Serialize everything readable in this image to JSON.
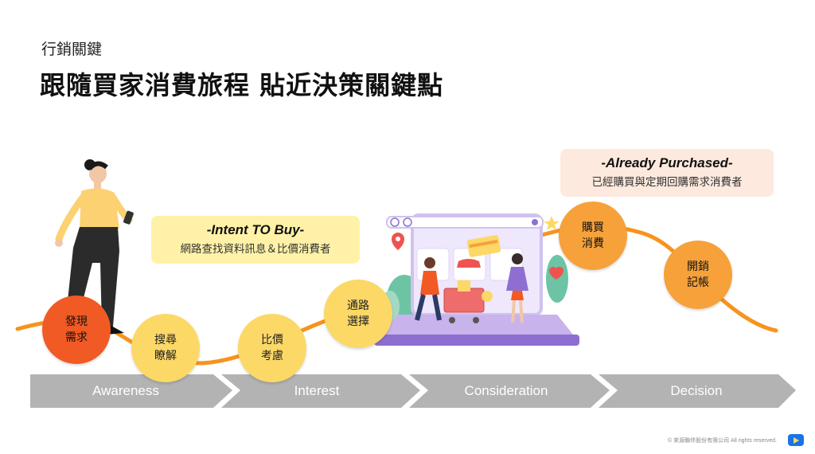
{
  "header": {
    "kicker": "行銷關鍵",
    "title": "跟隨買家消費旅程  貼近決策關鍵點"
  },
  "stages": [
    {
      "label": "Awareness"
    },
    {
      "label": "Interest"
    },
    {
      "label": "Consideration"
    },
    {
      "label": "Decision"
    }
  ],
  "steps": [
    {
      "label": "發現\n需求"
    },
    {
      "label": "搜尋\n瞭解"
    },
    {
      "label": "比價\n考慮"
    },
    {
      "label": "通路\n選擇"
    },
    {
      "label": "購買\n消費"
    },
    {
      "label": "開銷\n記帳"
    }
  ],
  "callouts": {
    "intent": {
      "head": "-Intent TO Buy-",
      "sub": "網路查找資料訊息＆比價消費者"
    },
    "purchased": {
      "head": "-Already Purchased-",
      "sub": "已經購買與定期回購需求消費者"
    }
  },
  "footer": {
    "copyright": "© 來源聯伴股份有限公司 All rights reserved."
  },
  "colors": {
    "curve": "#f7931e",
    "arrow": "#b3b3b3",
    "orange_circle": "#f15a24",
    "yellow_circle": "#fcd867",
    "amber_circle": "#f7a13a",
    "yellow_callout": "#fff2a8",
    "peach_callout": "#fde9dd"
  }
}
